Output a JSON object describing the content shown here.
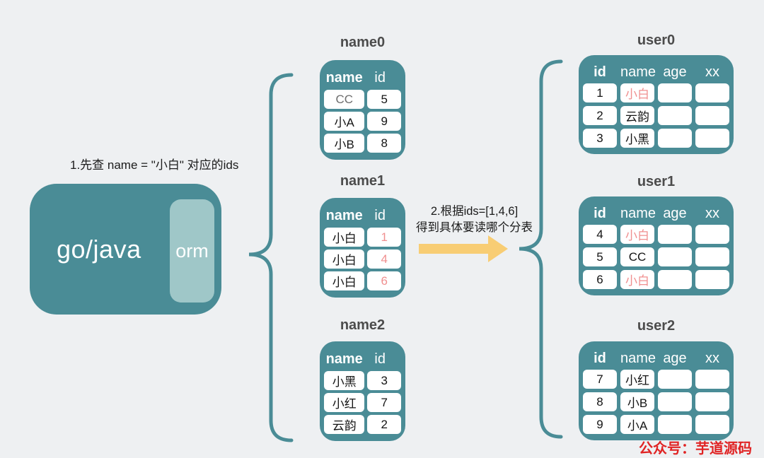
{
  "colors": {
    "bg": "#eef0f2",
    "teal": "#4a8c96",
    "teal_light": "#9fc7c8",
    "arrow_yellow": "#f8cd74",
    "pink": "#f08f8f",
    "gray_text": "#6e6e6e",
    "title_gray": "#4c4c4c",
    "watermark_red": "#e02424"
  },
  "app_box": {
    "label": "go/java",
    "inner_label": "orm"
  },
  "annotations": {
    "step1": "1.先查 name = \"小白\" 对应的ids",
    "step2_line1": "2.根据ids=[1,4,6]",
    "step2_line2": "得到具体要读哪个分表"
  },
  "name_tables": [
    {
      "title": "name0",
      "columns": [
        "name",
        "id"
      ],
      "rows": [
        [
          {
            "t": "CC",
            "c": "gray"
          },
          {
            "t": "5"
          }
        ],
        [
          {
            "t": "小A"
          },
          {
            "t": "9"
          }
        ],
        [
          {
            "t": "小B"
          },
          {
            "t": "8"
          }
        ]
      ]
    },
    {
      "title": "name1",
      "columns": [
        "name",
        "id"
      ],
      "rows": [
        [
          {
            "t": "小白"
          },
          {
            "t": "1",
            "c": "pink"
          }
        ],
        [
          {
            "t": "小白"
          },
          {
            "t": "4",
            "c": "pink"
          }
        ],
        [
          {
            "t": "小白"
          },
          {
            "t": "6",
            "c": "pink"
          }
        ]
      ]
    },
    {
      "title": "name2",
      "columns": [
        "name",
        "id"
      ],
      "rows": [
        [
          {
            "t": "小黑"
          },
          {
            "t": "3"
          }
        ],
        [
          {
            "t": "小红"
          },
          {
            "t": "7"
          }
        ],
        [
          {
            "t": "云韵"
          },
          {
            "t": "2"
          }
        ]
      ]
    }
  ],
  "user_tables": [
    {
      "title": "user0",
      "columns": [
        "id",
        "name",
        "age",
        "xx"
      ],
      "rows": [
        [
          {
            "t": "1"
          },
          {
            "t": "小白",
            "c": "pink"
          },
          {
            "t": ""
          },
          {
            "t": ""
          }
        ],
        [
          {
            "t": "2"
          },
          {
            "t": "云韵"
          },
          {
            "t": ""
          },
          {
            "t": ""
          }
        ],
        [
          {
            "t": "3"
          },
          {
            "t": "小黑"
          },
          {
            "t": ""
          },
          {
            "t": ""
          }
        ]
      ]
    },
    {
      "title": "user1",
      "columns": [
        "id",
        "name",
        "age",
        "xx"
      ],
      "rows": [
        [
          {
            "t": "4"
          },
          {
            "t": "小白",
            "c": "pink"
          },
          {
            "t": ""
          },
          {
            "t": ""
          }
        ],
        [
          {
            "t": "5"
          },
          {
            "t": "CC"
          },
          {
            "t": ""
          },
          {
            "t": ""
          }
        ],
        [
          {
            "t": "6"
          },
          {
            "t": "小白",
            "c": "pink"
          },
          {
            "t": ""
          },
          {
            "t": ""
          }
        ]
      ]
    },
    {
      "title": "user2",
      "columns": [
        "id",
        "name",
        "age",
        "xx"
      ],
      "rows": [
        [
          {
            "t": "7"
          },
          {
            "t": "小红"
          },
          {
            "t": ""
          },
          {
            "t": ""
          }
        ],
        [
          {
            "t": "8"
          },
          {
            "t": "小B"
          },
          {
            "t": ""
          },
          {
            "t": ""
          }
        ],
        [
          {
            "t": "9"
          },
          {
            "t": "小A"
          },
          {
            "t": ""
          },
          {
            "t": ""
          }
        ]
      ]
    }
  ],
  "watermark": "公众号：芋道源码"
}
